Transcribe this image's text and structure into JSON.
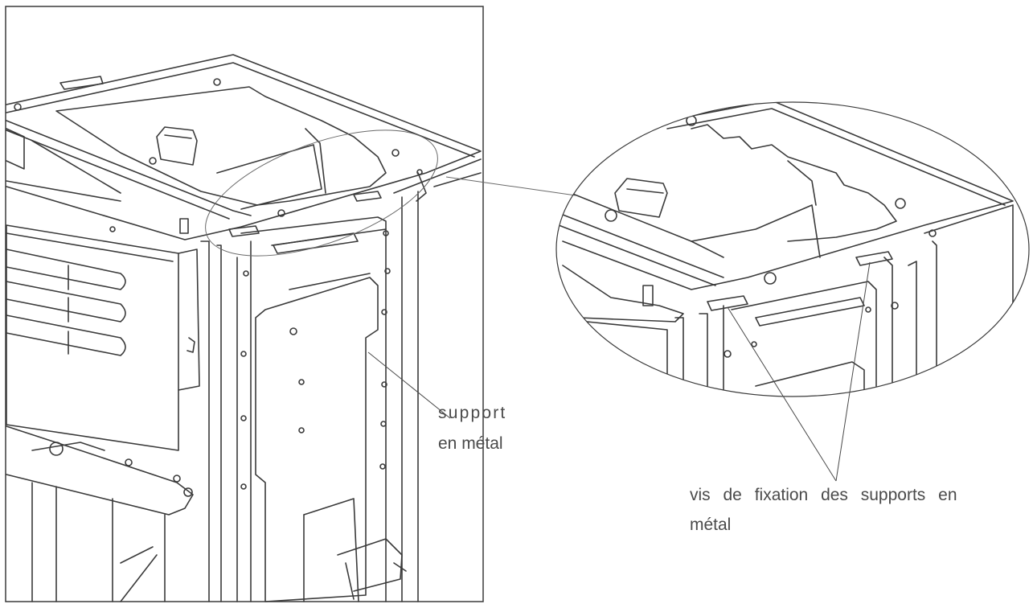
{
  "labels": {
    "support_line1": "support",
    "support_line2": "en métal",
    "fixation_line1": "vis de fixation des supports en",
    "fixation_line2": "métal"
  },
  "colors": {
    "line": "#3a3a3a",
    "text": "#4a4a4a",
    "background": "#ffffff"
  }
}
